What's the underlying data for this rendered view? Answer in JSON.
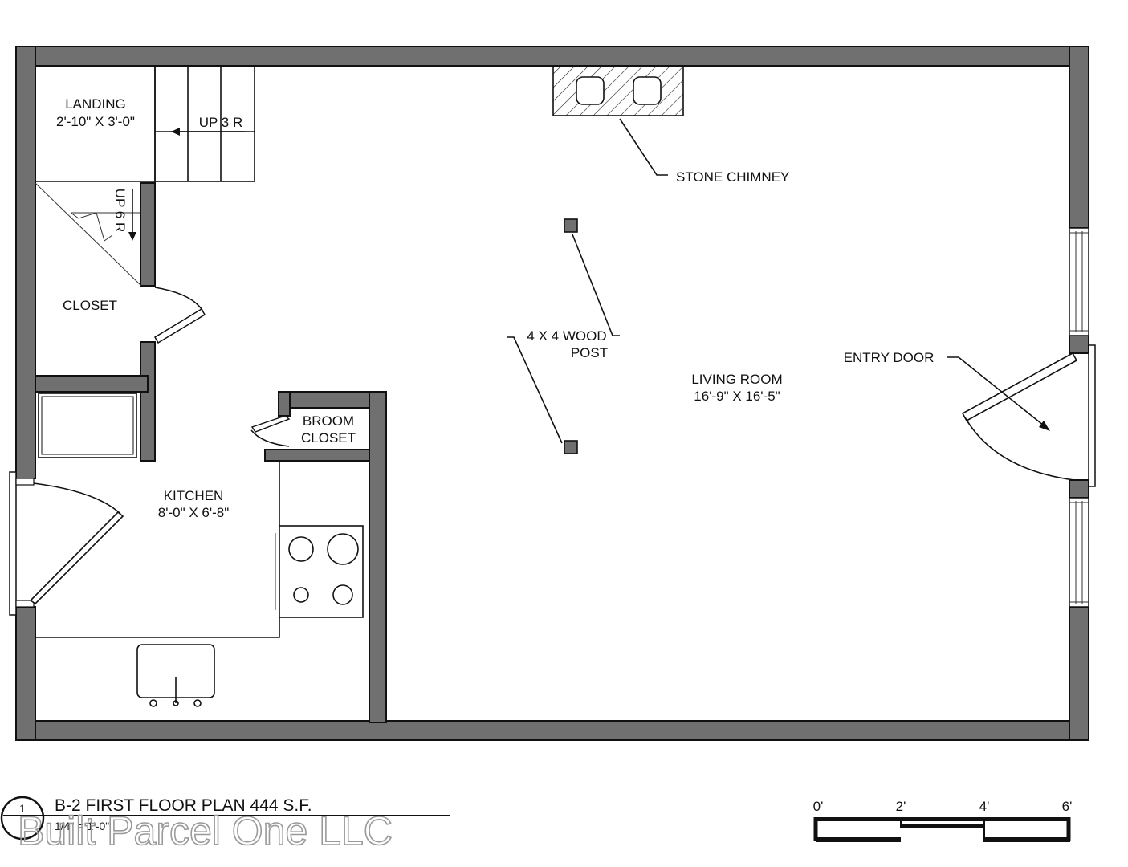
{
  "colors": {
    "wall": "#707070",
    "outline": "#111111",
    "background": "#ffffff"
  },
  "rooms": {
    "landing_name": "LANDING",
    "landing_dims": "2'-10\" X 3'-0\"",
    "closet_name": "CLOSET",
    "broom_closet_line1": "BROOM",
    "broom_closet_line2": "CLOSET",
    "kitchen_name": "KITCHEN",
    "kitchen_dims": "8'-0\" X 6'-8\"",
    "living_name": "LIVING ROOM",
    "living_dims": "16'-9\" X 16'-5\""
  },
  "stairs": {
    "upper_label": "UP 3 R",
    "lower_label": "UP 6 R"
  },
  "annotations": {
    "chimney": "STONE CHIMNEY",
    "post_line1": "4 X 4 WOOD",
    "post_line2": "POST",
    "entry_door": "ENTRY DOOR"
  },
  "title_block": {
    "number": "1",
    "title": "B-2 FIRST FLOOR PLAN 444 S.F.",
    "scale_note": "1/4\" = 1'-0\""
  },
  "scale_bar": {
    "ticks": [
      "0'",
      "2'",
      "4'",
      "6'"
    ]
  },
  "watermark": "Built Parcel One LLC",
  "icons": [
    "stone-chimney-icon",
    "wood-post-icon",
    "stove-icon",
    "sink-icon",
    "door-swing-icon",
    "window-icon"
  ]
}
